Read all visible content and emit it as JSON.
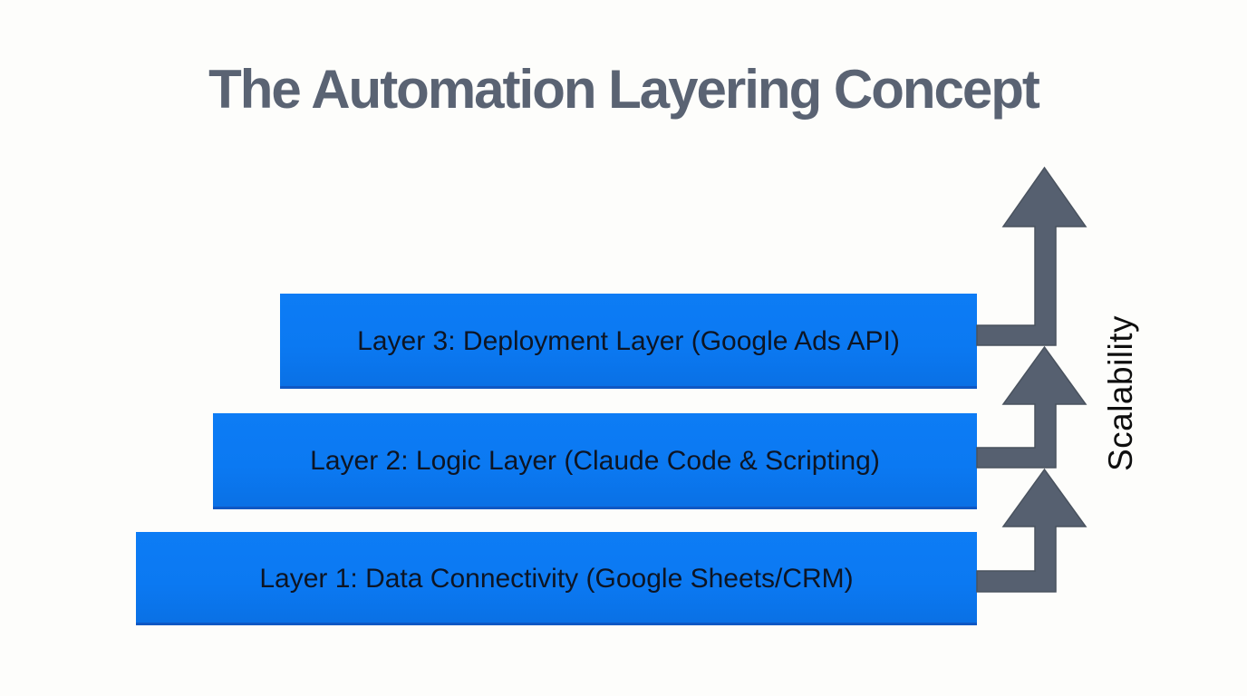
{
  "title": "The Automation Layering Concept",
  "axis_label": "Scalability",
  "layers": [
    {
      "id": 3,
      "label": "Layer 3: Deployment Layer (Google Ads API)"
    },
    {
      "id": 2,
      "label": "Layer 2: Logic Layer (Claude Code & Scripting)"
    },
    {
      "id": 1,
      "label": "Layer 1: Data Connectivity (Google Sheets/CRM)"
    }
  ],
  "theme": {
    "bar-blue": "#0b79f2",
    "bar-blue-deep": "#0a70e4",
    "bar-edge": "#1e60cf",
    "arrow-gray": "#566070",
    "arrow-edge": "#49525e",
    "title-gray": "#5a6373",
    "bar-text": "#0d1524",
    "label-black": "#0e0e0e",
    "background": "#fdfdfb"
  }
}
